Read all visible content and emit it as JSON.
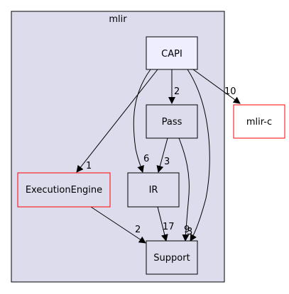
{
  "cluster": {
    "label": "mlir"
  },
  "nodes": {
    "capi": {
      "label": "CAPI"
    },
    "pass": {
      "label": "Pass"
    },
    "mlir_c": {
      "label": "mlir-c"
    },
    "execution_engine": {
      "label": "ExecutionEngine"
    },
    "ir": {
      "label": "IR"
    },
    "support": {
      "label": "Support"
    }
  },
  "edges": {
    "capi_to_pass": "2",
    "capi_to_mlir_c": "10",
    "capi_to_execution_engine": "1",
    "capi_to_ir": "6",
    "capi_to_support": "3",
    "pass_to_ir": "3",
    "pass_to_support": "9",
    "execution_engine_to_support": "2",
    "ir_to_support": "17"
  },
  "colors": {
    "cluster_fill": "#dcdcec",
    "cluster_border": "#000000",
    "node_highlight_fill": "#eeeeff",
    "node_fill": "#dcdcec",
    "external_fill": "#ffffff",
    "red_border": "#ff0000",
    "edge": "#000000"
  }
}
